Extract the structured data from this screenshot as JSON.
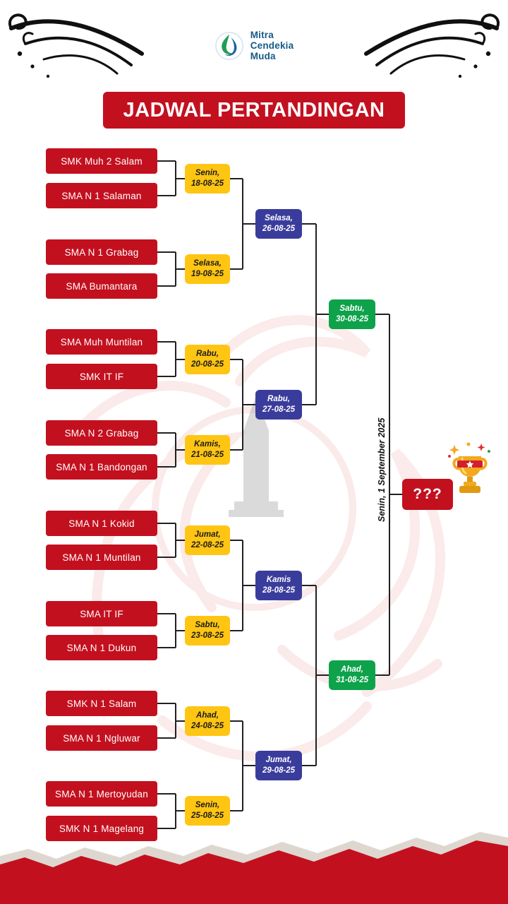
{
  "logo": {
    "line1": "Mitra",
    "line2": "Cendekia",
    "line3": "Muda"
  },
  "title": "JADWAL PERTANDINGAN",
  "bracket": {
    "round1_matches": [
      {
        "team_a": "SMK Muh 2 Salam",
        "team_b": "SMA N 1 Salaman",
        "day": "Senin,",
        "date": "18-08-25"
      },
      {
        "team_a": "SMA N 1 Grabag",
        "team_b": "SMA Bumantara",
        "day": "Selasa,",
        "date": "19-08-25"
      },
      {
        "team_a": "SMA Muh Muntilan",
        "team_b": "SMK IT IF",
        "day": "Rabu,",
        "date": "20-08-25"
      },
      {
        "team_a": "SMA N 2 Grabag",
        "team_b": "SMA N 1 Bandongan",
        "day": "Kamis,",
        "date": "21-08-25"
      },
      {
        "team_a": "SMA N 1 Kokid",
        "team_b": "SMA N 1 Muntilan",
        "day": "Jumat,",
        "date": "22-08-25"
      },
      {
        "team_a": "SMA IT IF",
        "team_b": "SMA N 1 Dukun",
        "day": "Sabtu,",
        "date": "23-08-25"
      },
      {
        "team_a": "SMK N 1 Salam",
        "team_b": "SMA N 1 Ngluwar",
        "day": "Ahad,",
        "date": "24-08-25"
      },
      {
        "team_a": "SMA N 1 Mertoyudan",
        "team_b": "SMK N 1 Magelang",
        "day": "Senin,",
        "date": "25-08-25"
      }
    ],
    "round2": [
      {
        "day": "Selasa,",
        "date": "26-08-25"
      },
      {
        "day": "Rabu,",
        "date": "27-08-25"
      },
      {
        "day": "Kamis",
        "date": "28-08-25"
      },
      {
        "day": "Jumat,",
        "date": "29-08-25"
      }
    ],
    "semifinals": [
      {
        "day": "Sabtu,",
        "date": "30-08-25"
      },
      {
        "day": "Ahad,",
        "date": "31-08-25"
      }
    ],
    "final": {
      "label": "Senin, 1 September 2025",
      "winner_placeholder": "???"
    }
  },
  "colors": {
    "red": "#C3101F",
    "yellow": "#FFC513",
    "blue": "#3A3C9C",
    "green": "#0EA24B"
  }
}
